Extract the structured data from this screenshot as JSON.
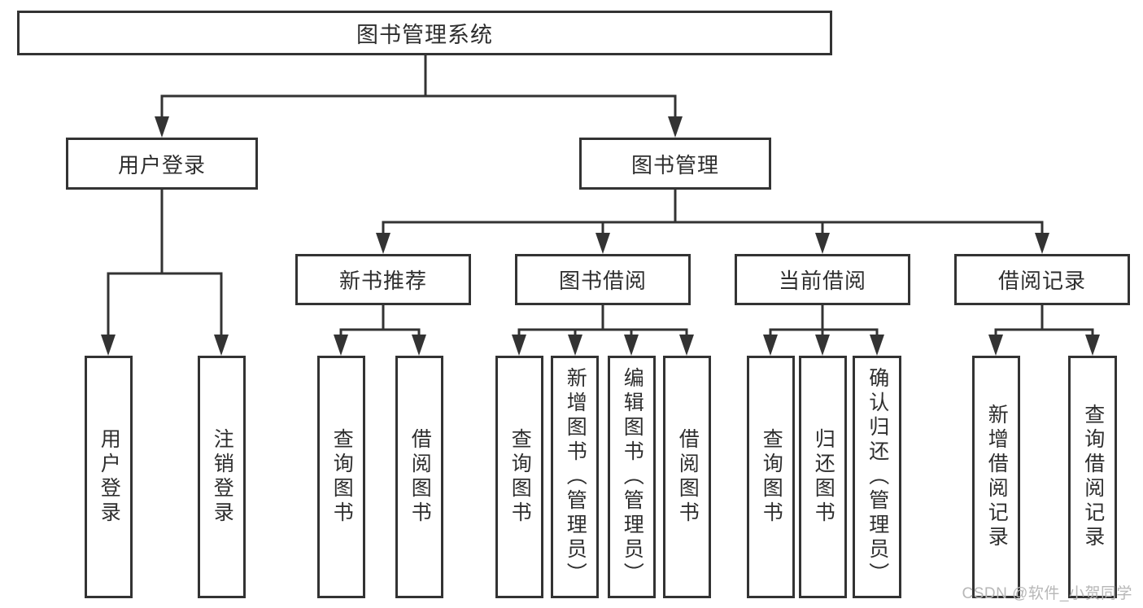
{
  "nodes": {
    "root": "图书管理系统",
    "level2": {
      "user_login": "用户登录",
      "book_management": "图书管理"
    },
    "level3": {
      "new_book_recommend": "新书推荐",
      "book_borrowing": "图书借阅",
      "current_borrowing": "当前借阅",
      "borrowing_records": "借阅记录"
    },
    "leaves": {
      "user_login": "用户登录",
      "logout": "注销登录",
      "recommend_query_books": "查询图书",
      "recommend_borrow_books": "借阅图书",
      "borrowing_query_books": "查询图书",
      "borrowing_add_books_admin": "新增图书（管理员）",
      "borrowing_edit_books_admin": "编辑图书（管理员）",
      "borrowing_borrow_books": "借阅图书",
      "current_query_books": "查询图书",
      "current_return_books": "归还图书",
      "current_confirm_return_admin": "确认归还（管理员）",
      "records_add_record": "新增借阅记录",
      "records_query_record": "查询借阅记录"
    }
  },
  "watermark": {
    "text": "CSDN @软件_小贺同学"
  },
  "colors": {
    "line": "#333333",
    "text": "#2e2e2e",
    "box_background": "#ffffff",
    "page_background": "#ffffff",
    "watermark": "#b7b7b7"
  }
}
